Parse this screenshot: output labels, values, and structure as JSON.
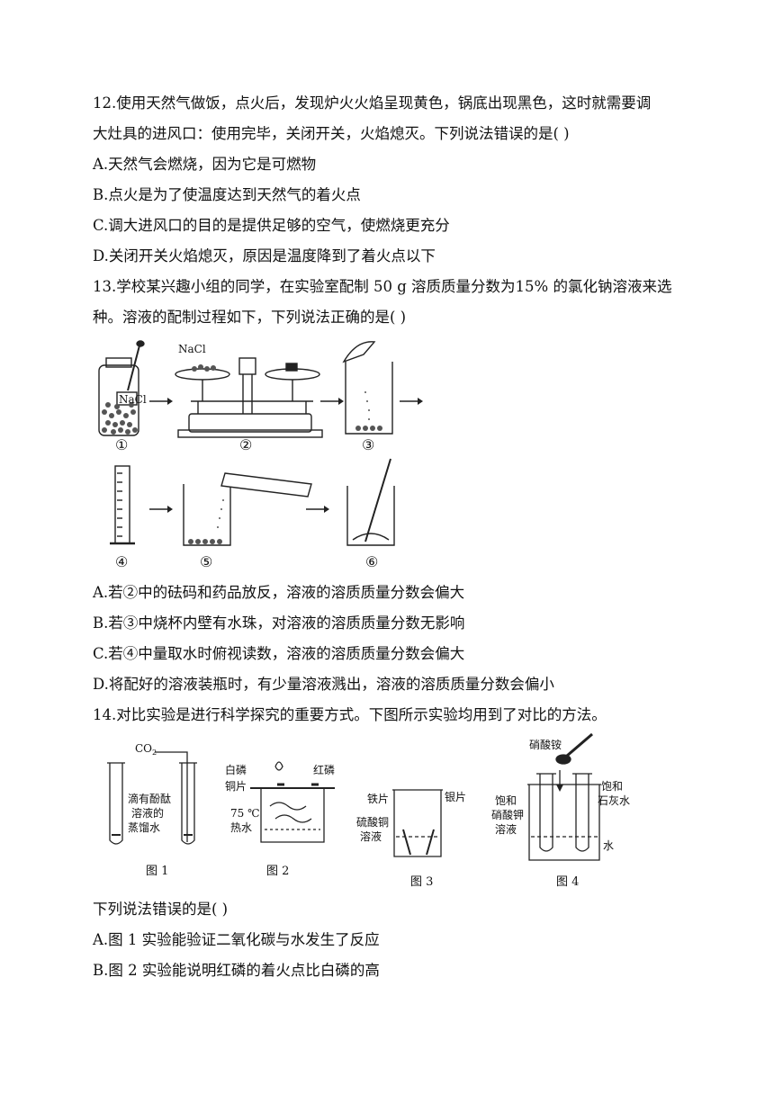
{
  "q12": {
    "stem_line1": "12.使用天然气做饭，点火后，发现炉火火焰呈现黄色，锅底出现黑色，这时就需要调",
    "stem_line2": "大灶具的进风口：使用完毕，关闭开关，火焰熄灭。下列说法错误的是(   )",
    "options": [
      "A.天然气会燃烧，因为它是可燃物",
      "B.点火是为了使温度达到天然气的着火点",
      "C.调大进风口的目的是提供足够的空气，使燃烧更充分",
      "D.关闭开关火焰熄灭，原因是温度降到了着火点以下"
    ]
  },
  "q13": {
    "stem_line1": "13.学校某兴趣小组的同学，在实验室配制 50 g 溶质质量分数为15% 的氯化钠溶液来选",
    "stem_line2": "种。溶液的配制过程如下，下列说法正确的是(   )",
    "figure": {
      "nacl_label": "NaCl",
      "jar_label": "NaCl",
      "steps": [
        "①",
        "②",
        "③",
        "④",
        "⑤",
        "⑥"
      ]
    },
    "options": [
      "A.若②中的砝码和药品放反，溶液的溶质质量分数会偏大",
      "B.若③中烧杯内壁有水珠，对溶液的溶质质量分数无影响",
      "C.若④中量取水时俯视读数，溶液的溶质质量分数会偏大",
      "D.将配好的溶液装瓶时，有少量溶液溅出，溶液的溶质质量分数会偏小"
    ]
  },
  "q14": {
    "stem": "14.对比实验是进行科学探究的重要方式。下图所示实验均用到了对比的方法。",
    "figure": {
      "fig1": {
        "co2": "CO",
        "co2_sub": "2",
        "solution": [
          "滴有酚酞",
          "溶液的",
          "蒸馏水"
        ],
        "caption": "图 1"
      },
      "fig2": {
        "white_p": "白磷",
        "red_p": "红磷",
        "copper": "铜片",
        "temp": "75 ℃",
        "water": "热水",
        "caption": "图 2"
      },
      "fig3": {
        "iron": "铁片",
        "silver": "银片",
        "solution": [
          "硫酸铜",
          "溶液"
        ],
        "caption": "图 3"
      },
      "fig4": {
        "nh4no3": "硝酸铵",
        "left_sol": [
          "饱和",
          "硝酸钾",
          "溶液"
        ],
        "right_sol": [
          "饱和",
          "石灰水"
        ],
        "water": "水",
        "caption": "图 4"
      }
    },
    "question": "下列说法错误的是(   )",
    "options": [
      "A.图 1 实验能验证二氧化碳与水发生了反应",
      "B.图 2 实验能说明红磷的着火点比白磷的高"
    ]
  }
}
